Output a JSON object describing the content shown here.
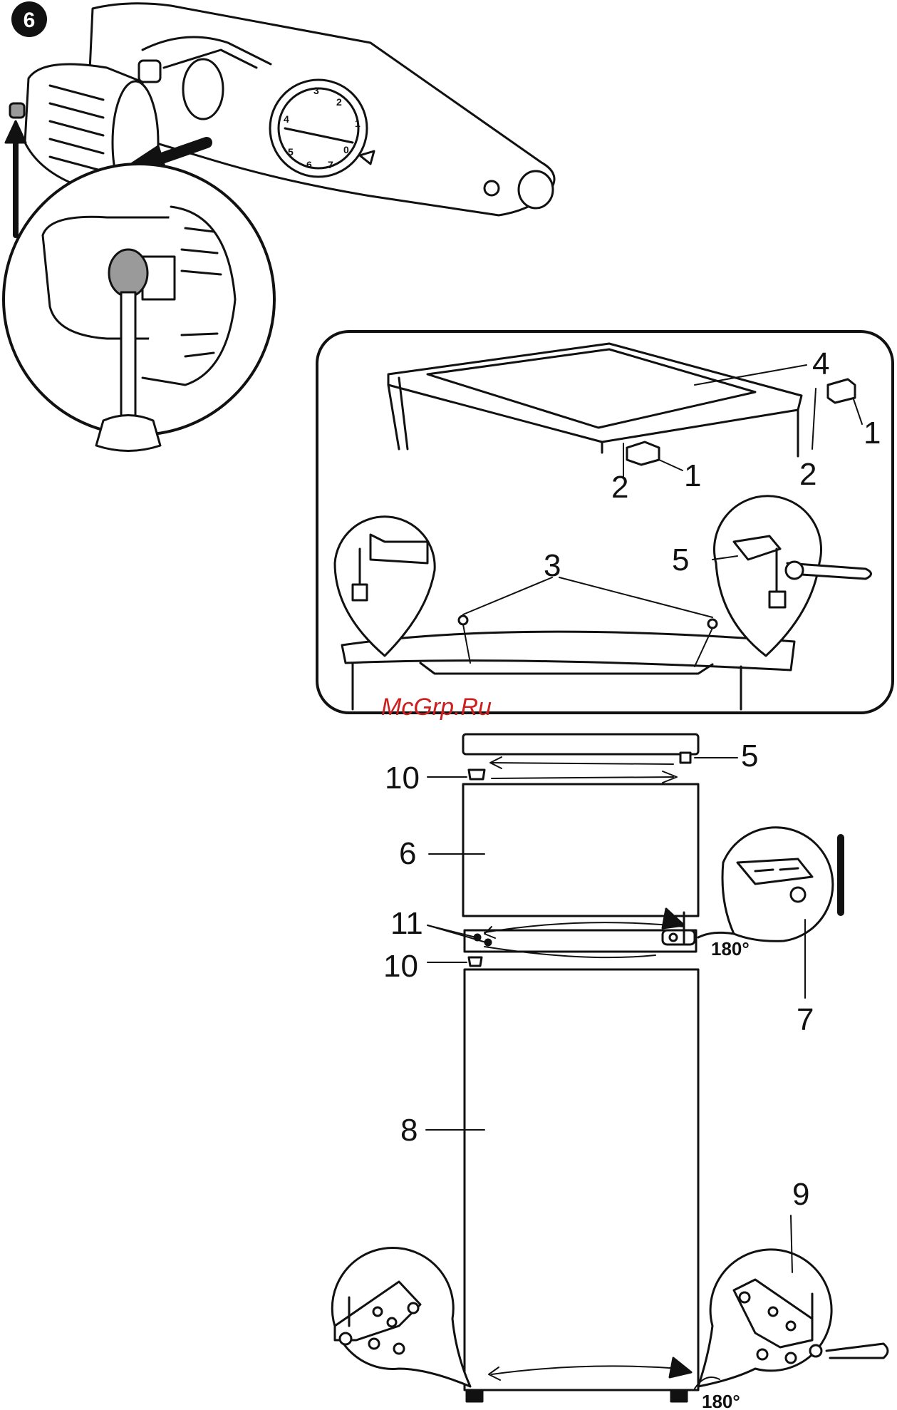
{
  "step_number": "6",
  "watermark": "McGrp.Ru",
  "dial_numbers": [
    "0",
    "1",
    "2",
    "3",
    "4",
    "5",
    "6",
    "7"
  ],
  "callouts": {
    "c1a": "1",
    "c1b": "1",
    "c2a": "2",
    "c2b": "2",
    "c3": "3",
    "c4": "4",
    "c5a": "5",
    "c5b": "5",
    "c6": "6",
    "c7": "7",
    "c8": "8",
    "c9": "9",
    "c10a": "10",
    "c10b": "10",
    "c11": "11"
  },
  "angle_labels": {
    "upper": "180°",
    "lower": "180°"
  },
  "colors": {
    "line": "#111111",
    "fill": "#ffffff",
    "grey": "#9a9a9a",
    "watermark": "#cc1f1f"
  }
}
